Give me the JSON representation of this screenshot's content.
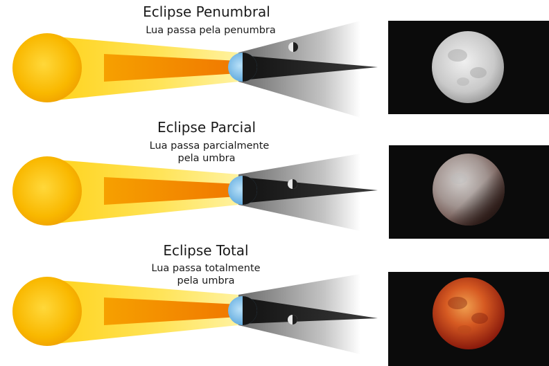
{
  "colors": {
    "sun": "#f7b500",
    "sun_core": "#ffd23a",
    "earth": "#79b9e6",
    "shadow": "#1e1e1e",
    "penumbra": "#9a9a9a",
    "photo_background": "#0b0b0b",
    "moon_grey": "#cfcfcf",
    "moon_red": "#c0301a"
  },
  "panels": [
    {
      "title": "Eclipse Penumbral",
      "subtitle_lines": [
        "Lua passa pela penumbra"
      ],
      "photo": "grey-full-moon"
    },
    {
      "title": "Eclipse Parcial",
      "subtitle_lines": [
        "Lua passa parcialmente",
        "pela umbra"
      ],
      "photo": "partially-shadowed-moon"
    },
    {
      "title": "Eclipse Total",
      "subtitle_lines": [
        "Lua passa totalmente",
        "pela umbra"
      ],
      "photo": "red-blood-moon"
    }
  ]
}
